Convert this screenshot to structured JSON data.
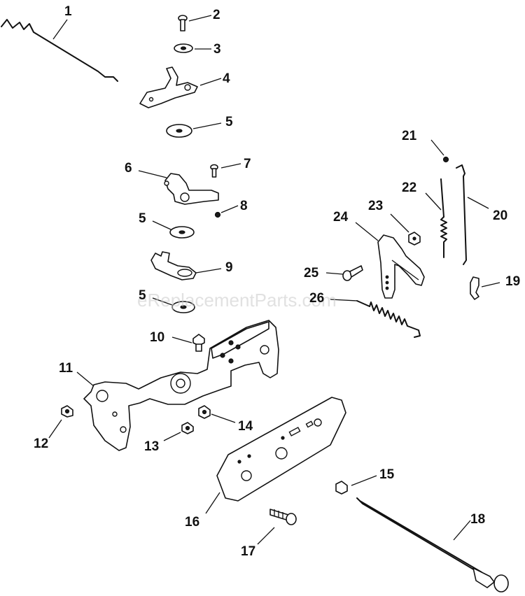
{
  "watermark": "eReplacementParts.com",
  "callouts": {
    "c1": "1",
    "c2": "2",
    "c3": "3",
    "c4": "4",
    "c5a": "5",
    "c5b": "5",
    "c5c": "5",
    "c6": "6",
    "c7": "7",
    "c8": "8",
    "c9": "9",
    "c10": "10",
    "c11": "11",
    "c12": "12",
    "c13": "13",
    "c14": "14",
    "c15": "15",
    "c16": "16",
    "c17": "17",
    "c18": "18",
    "c19": "19",
    "c20": "20",
    "c21": "21",
    "c22": "22",
    "c23": "23",
    "c24": "24",
    "c25": "25",
    "c26": "26"
  }
}
